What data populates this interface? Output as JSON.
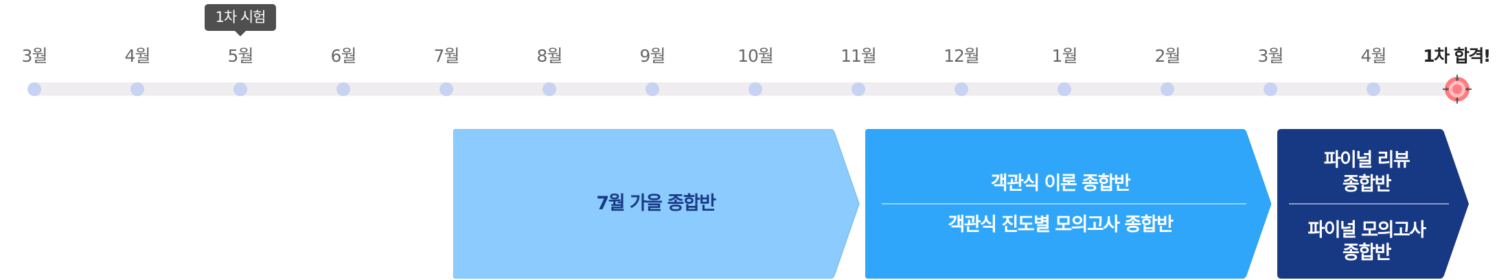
{
  "timeline": {
    "months": [
      "3월",
      "4월",
      "5월",
      "6월",
      "7월",
      "8월",
      "9월",
      "10월",
      "11월",
      "12월",
      "1월",
      "2월",
      "3월",
      "4월"
    ],
    "goal_label": "1차 합격!",
    "goal_icon": "target-icon",
    "tooltip": {
      "label": "1차 시험",
      "anchor_month_index": 2
    },
    "colors": {
      "track": "#efedef",
      "dot": "#c8d3f2",
      "month_label": "#666666",
      "goal_label": "#222222",
      "tooltip_bg": "#4f4f4f",
      "target_outer": "#ff7b7f",
      "target_ring": "#ffc0c4"
    }
  },
  "phases": [
    {
      "id": "summer-fall",
      "lines": [
        "7월 가을 종합반"
      ],
      "color": "#8ccbfd",
      "text_color": "#183a85"
    },
    {
      "id": "objective",
      "top_lines": [
        "객관식 이론 종합반"
      ],
      "bottom_lines": [
        "객관식 진도별 모의고사 종합반"
      ],
      "color": "#30a6fb",
      "text_color": "#ffffff"
    },
    {
      "id": "final",
      "top_lines": [
        "파이널 리뷰",
        "종합반"
      ],
      "bottom_lines": [
        "파이널 모의고사",
        "종합반"
      ],
      "color": "#173883",
      "text_color": "#ffffff"
    }
  ]
}
